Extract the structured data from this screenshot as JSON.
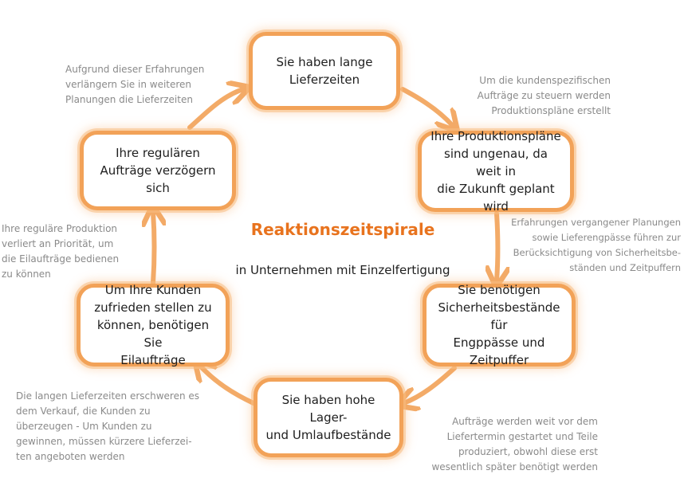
{
  "title": "Reaktionszeitspirale",
  "subtitle": "in Unternehmen mit Einzelfertigung",
  "colors": {
    "accent": "#f2a258",
    "title": "#e8731e",
    "note": "#8a8a8a",
    "text": "#1e1e1e"
  },
  "boxes": {
    "long_lead_times": "Sie haben lange\nLieferzeiten",
    "plans_inaccurate": "Ihre Produktionspläne\nsind ungenau, da  weit in\ndie Zukunft geplant wird",
    "safety_stock": "Sie benötigen\nSicherheitsbestände für\nEngppässe und Zeitpuffer",
    "high_inventory": "Sie haben hohe Lager-\nund Umlaufbestände",
    "rush_orders": "Um Ihre Kunden\nzufrieden stellen zu\nkönnen, benötigen Sie\nEilaufträge",
    "regular_delayed": "Ihre regulären\nAufträge verzögern sich"
  },
  "notes": {
    "top_left": "Aufgrund dieser Erfahrungen\nverlängern Sie in weiteren\nPlanungen die Lieferzeiten",
    "top_right": "Um die kundenspezifischen\nAufträge zu steuern werden\nProduktionspläne erstellt",
    "mid_right": "Erfahrungen vergangener Planungen\nsowie Lieferengpässe führen zur\nBerücksichtigung von Sicherheitsbe-\nständen und Zeitpuffern",
    "bottom_right": "Aufträge werden weit vor dem\nLiefertermin gestartet und Teile\nproduziert, obwohl diese erst\nwesentlich später benötigt werden",
    "bottom_left": "Die langen Lieferzeiten erschweren es\ndem Verkauf, die Kunden zu\nüberzeugen - Um Kunden zu\ngewinnen, müssen kürzere Lieferzei-\nten angeboten werden",
    "mid_left": "Ihre reguläre Produktion\nverliert an Priorität, um\ndie Eilaufträge bedienen\nzu können"
  }
}
